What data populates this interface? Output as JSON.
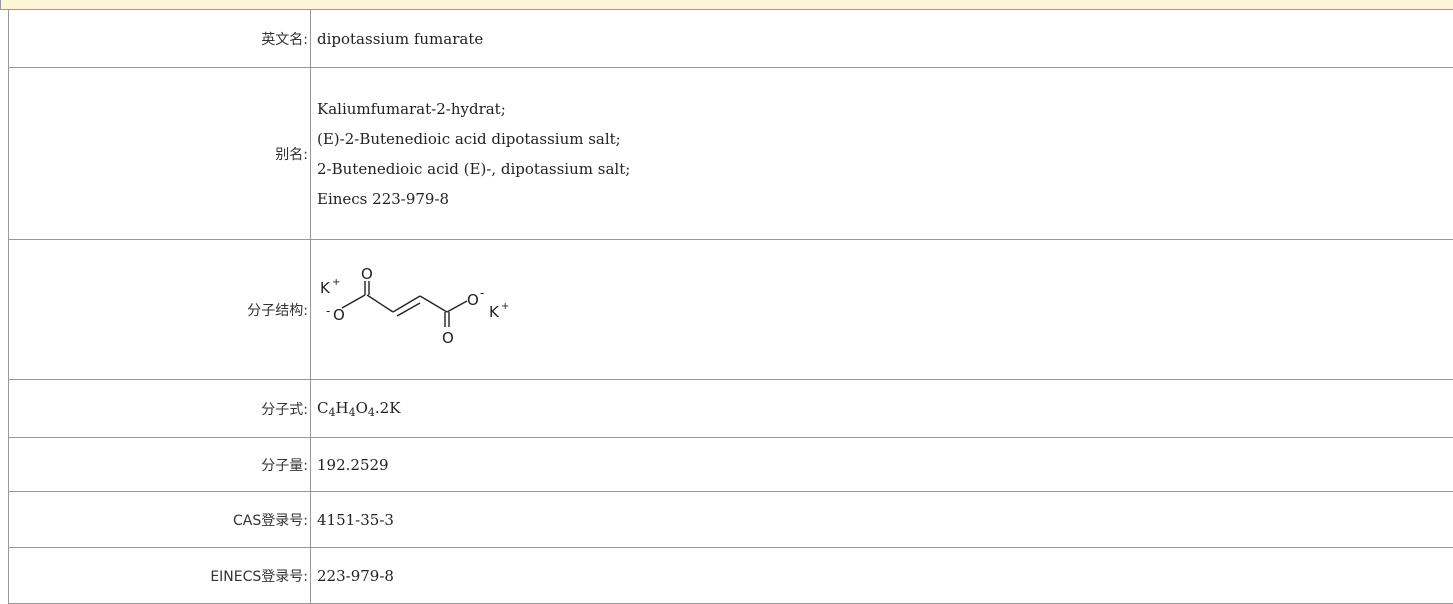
{
  "rows": {
    "english_name": {
      "label": "英文名:",
      "value": "dipotassium fumarate"
    },
    "aliases": {
      "label": "别名:",
      "items": [
        "Kaliumfumarat-2-hydrat;",
        "(E)-2-Butenedioic acid dipotassium salt;",
        "2-Butenedioic acid (E)-, dipotassium salt;",
        "Einecs 223-979-8"
      ]
    },
    "structure": {
      "label": "分子结构:",
      "atoms": {
        "k": "K",
        "o": "O",
        "plus": "+",
        "minus": "-"
      }
    },
    "formula": {
      "label": "分子式:",
      "parts": {
        "c": "C",
        "c_n": "4",
        "h": "H",
        "h_n": "4",
        "o": "O",
        "o_n": "4",
        "suffix": ".2K"
      }
    },
    "mol_weight": {
      "label": "分子量:",
      "value": "192.2529"
    },
    "cas": {
      "label": "CAS登录号:",
      "value": "4151-35-3"
    },
    "einecs": {
      "label": "EINECS登录号:",
      "value": "223-979-8"
    }
  }
}
